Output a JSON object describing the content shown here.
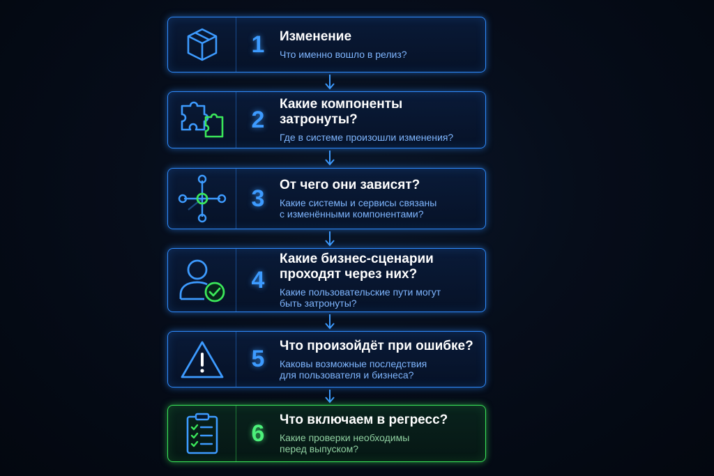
{
  "steps": [
    {
      "number": "1",
      "title": "Изменение",
      "subtitle": "Что именно вошло в релиз?",
      "icon": "box-icon"
    },
    {
      "number": "2",
      "title": "Какие компоненты затронуты?",
      "subtitle": "Где в системе произошли изменения?",
      "icon": "puzzle-icon"
    },
    {
      "number": "3",
      "title": "От чего они зависят?",
      "subtitle": "Какие системы и сервисы связаны\nс изменёнными компонентами?",
      "icon": "network-icon"
    },
    {
      "number": "4",
      "title": "Какие бизнес-сценарии\nпроходят через них?",
      "subtitle": "Какие пользовательские пути могут\nбыть затронуты?",
      "icon": "user-check-icon"
    },
    {
      "number": "5",
      "title": "Что произойдёт при ошибке?",
      "subtitle": "Каковы возможные последствия\nдля пользователя и бизнеса?",
      "icon": "warning-icon"
    },
    {
      "number": "6",
      "title": "Что включаем в регресс?",
      "subtitle": "Какие проверки необходимы\nперед выпуском?",
      "icon": "checklist-icon"
    }
  ],
  "colors": {
    "blue": "#2f8cff",
    "green": "#3be85a",
    "background": "#040a14"
  }
}
